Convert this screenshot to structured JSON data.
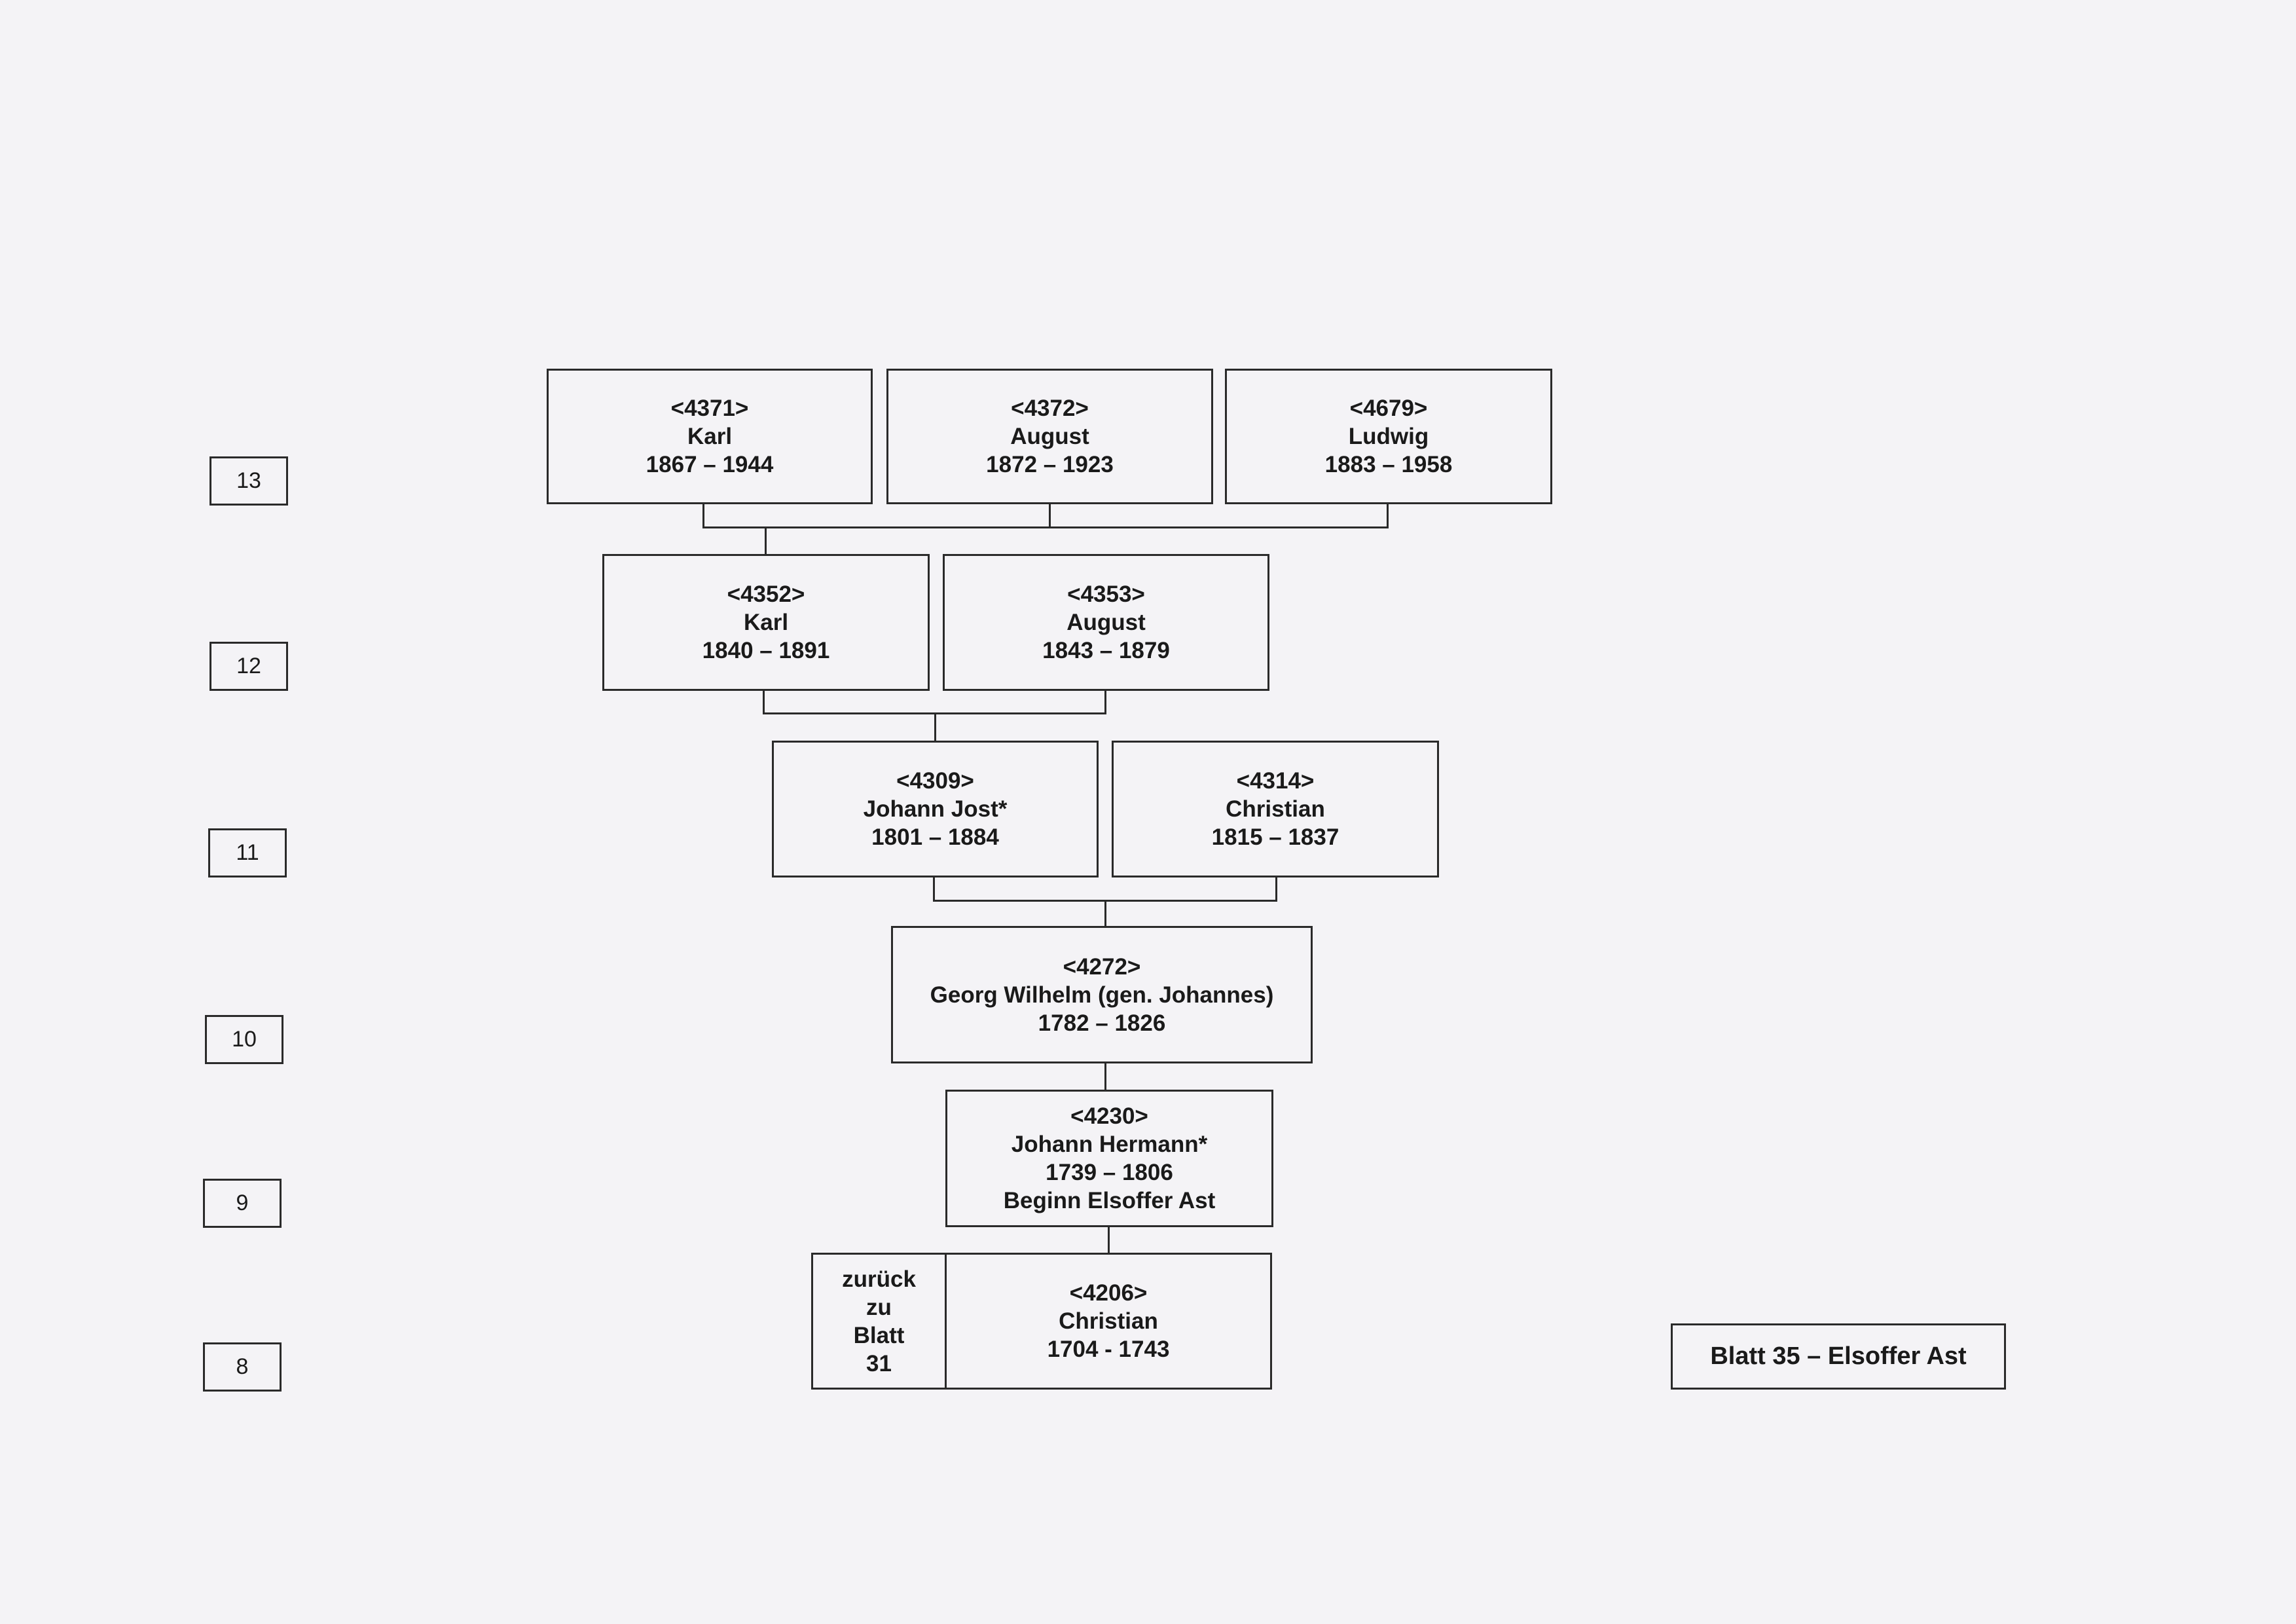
{
  "generations": [
    "13",
    "12",
    "11",
    "10",
    "9",
    "8"
  ],
  "persons": {
    "p4371": {
      "id": "<4371>",
      "name": "Karl",
      "dates": "1867 – 1944"
    },
    "p4372": {
      "id": "<4372>",
      "name": "August",
      "dates": "1872 – 1923"
    },
    "p4679": {
      "id": "<4679>",
      "name": "Ludwig",
      "dates": "1883 – 1958"
    },
    "p4352": {
      "id": "<4352>",
      "name": "Karl",
      "dates": "1840 – 1891"
    },
    "p4353": {
      "id": "<4353>",
      "name": "August",
      "dates": "1843 – 1879"
    },
    "p4309": {
      "id": "<4309>",
      "name": "Johann Jost*",
      "dates": "1801 – 1884"
    },
    "p4314": {
      "id": "<4314>",
      "name": "Christian",
      "dates": "1815 – 1837"
    },
    "p4272": {
      "id": "<4272>",
      "name": "Georg Wilhelm (gen. Johannes)",
      "dates": "1782 – 1826"
    },
    "p4230": {
      "id": "<4230>",
      "name": "Johann Hermann*",
      "dates": "1739 – 1806",
      "note": "Beginn Elsoffer Ast"
    },
    "p4206": {
      "id": "<4206>",
      "name": "Christian",
      "dates": "1704 - 1743"
    }
  },
  "back_link": {
    "line1": "zurück",
    "line2": "zu",
    "line3": "Blatt",
    "line4": "31"
  },
  "sheet_label": "Blatt 35 – Elsoffer Ast"
}
